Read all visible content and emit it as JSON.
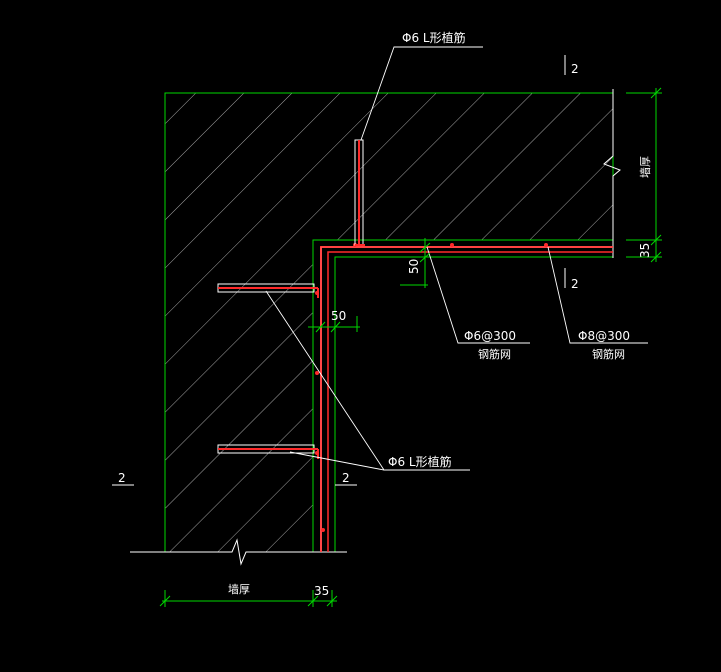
{
  "colors": {
    "background": "#000000",
    "outline": "#00d800",
    "hatch": "#cfcfcf",
    "rebar": "#ff2a2a",
    "rebar_core": "#ff8c8c",
    "leader": "#ffffff",
    "dimension": "#00d800"
  },
  "labels": {
    "top_anchor": "Φ6 L形植筋",
    "bottom_anchor": "Φ6 L形植筋",
    "mesh_6_spec": "Φ6@300",
    "mesh_6_name": "钢筋网",
    "mesh_8_spec": "Φ8@300",
    "mesh_8_name": "钢筋网",
    "section_top": "2",
    "section_bottom": "2",
    "section_left": "2",
    "section_mid": "2",
    "dim_50_vertical": "50",
    "dim_50_horizontal": "50",
    "dim_35_right": "35",
    "dim_35_bottom": "35",
    "dim_wall_right": "墙厚",
    "dim_wall_bottom": "墙厚"
  }
}
